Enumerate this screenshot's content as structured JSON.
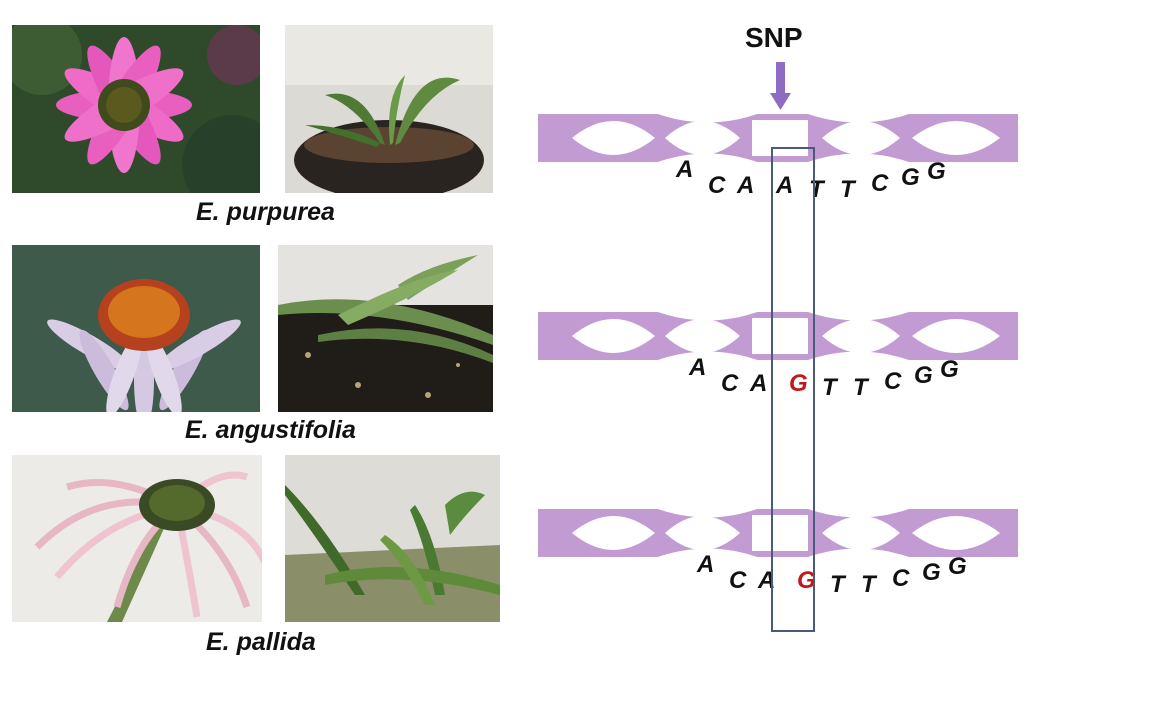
{
  "species": [
    {
      "name": "E. purpurea"
    },
    {
      "name": "E. angustifolia"
    },
    {
      "name": "E. pallida"
    }
  ],
  "snp": {
    "label": "SNP",
    "arrow_color": "#8E6CC1"
  },
  "sequences": [
    {
      "bases": [
        "A",
        "C",
        "A",
        "A",
        "T",
        "T",
        "C",
        "G",
        "G"
      ],
      "highlight_index": -1
    },
    {
      "bases": [
        "A",
        "C",
        "A",
        "G",
        "T",
        "T",
        "C",
        "G",
        "G"
      ],
      "highlight_index": 3
    },
    {
      "bases": [
        "A",
        "C",
        "A",
        "G",
        "T",
        "T",
        "C",
        "G",
        "G"
      ],
      "highlight_index": 3
    }
  ],
  "colors": {
    "dna_strand": "#C39BD3",
    "highlight_base": "#C0181B",
    "base_text": "#111111",
    "snp_box": "#4A5A78"
  }
}
